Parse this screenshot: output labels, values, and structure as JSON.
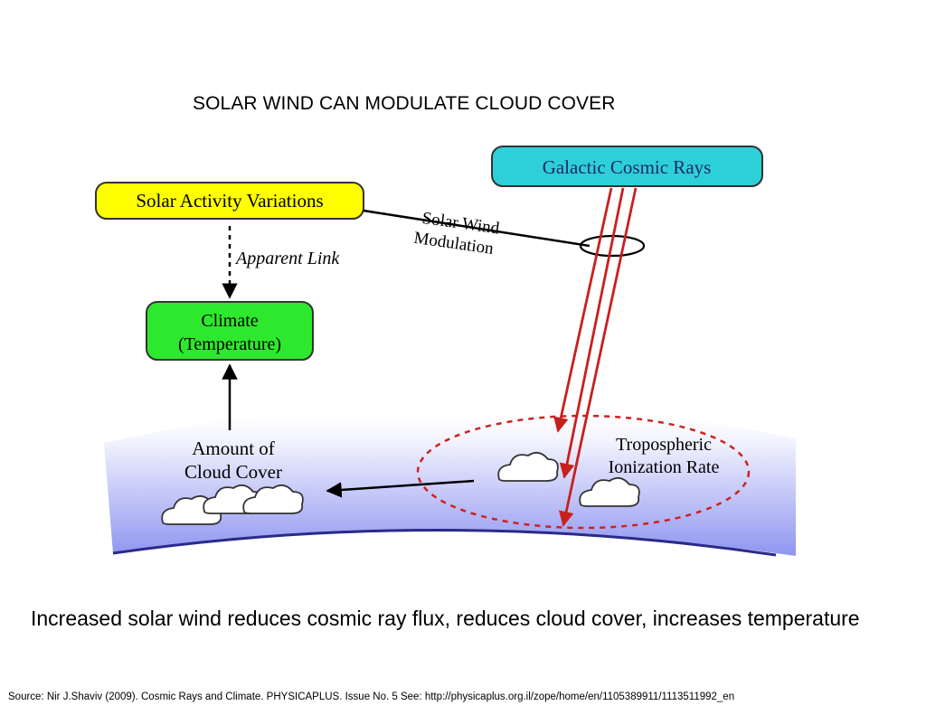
{
  "title": "SOLAR WIND CAN MODULATE CLOUD COVER",
  "diagram": {
    "boxes": {
      "solar_activity": "Solar Activity Variations",
      "cosmic_rays": "Galactic Cosmic Rays",
      "climate_line1": "Climate",
      "climate_line2": "(Temperature)"
    },
    "labels": {
      "solar_wind_line1": "Solar Wind",
      "solar_wind_line2": "Modulation",
      "apparent_link": "Apparent Link",
      "cloud_cover_line1": "Amount of",
      "cloud_cover_line2": "Cloud Cover",
      "ionization_line1": "Tropospheric",
      "ionization_line2": "Ionization Rate"
    },
    "colors": {
      "solar_box": "#ffff00",
      "cosmic_box": "#2ed0d8",
      "climate_box": "#2ee82e",
      "ray_arrows": "#c8201e",
      "atmosphere": "#9aa0f4"
    }
  },
  "caption": "Increased solar wind reduces cosmic ray  flux, reduces cloud cover, increases temperature",
  "source": "Source: Nir J.Shaviv (2009).  Cosmic Rays and Climate. PHYSICAPLUS. Issue No. 5  See: http://physicaplus.org.il/zope/home/en/1105389911/1113511992_en"
}
